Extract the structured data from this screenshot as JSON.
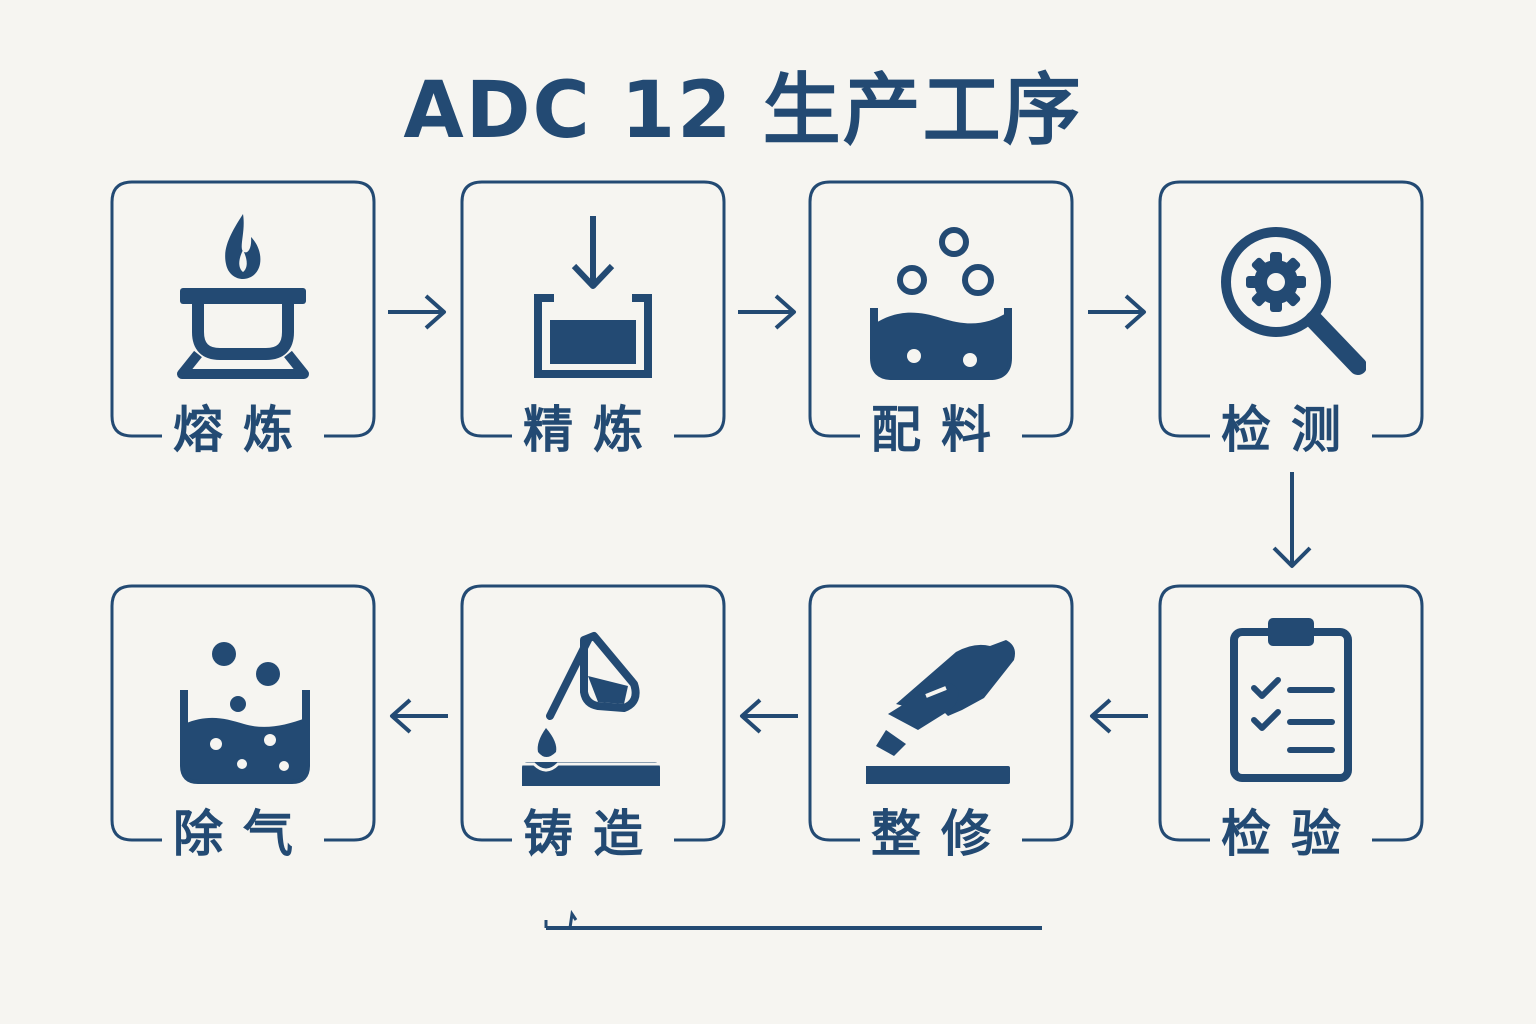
{
  "title": "ADC 12 生产工序",
  "colors": {
    "primary": "#234a73",
    "background": "#f6f5f1"
  },
  "steps": [
    {
      "id": "melting",
      "label": "熔炼",
      "icon": "crucible-flame-icon"
    },
    {
      "id": "refining",
      "label": "精炼",
      "icon": "tank-down-arrow-icon"
    },
    {
      "id": "batching",
      "label": "配料",
      "icon": "bubbling-tank-icon"
    },
    {
      "id": "testing",
      "label": "检测",
      "icon": "magnifier-gear-icon"
    },
    {
      "id": "inspection",
      "label": "检验",
      "icon": "clipboard-checklist-icon"
    },
    {
      "id": "trimming",
      "label": "整修",
      "icon": "hand-scraper-icon"
    },
    {
      "id": "casting",
      "label": "铸造",
      "icon": "pouring-ladle-icon"
    },
    {
      "id": "degassing",
      "label": "除气",
      "icon": "degassing-tank-icon"
    }
  ],
  "flow": [
    "melting",
    "refining",
    "batching",
    "testing",
    "inspection",
    "trimming",
    "casting",
    "degassing"
  ]
}
